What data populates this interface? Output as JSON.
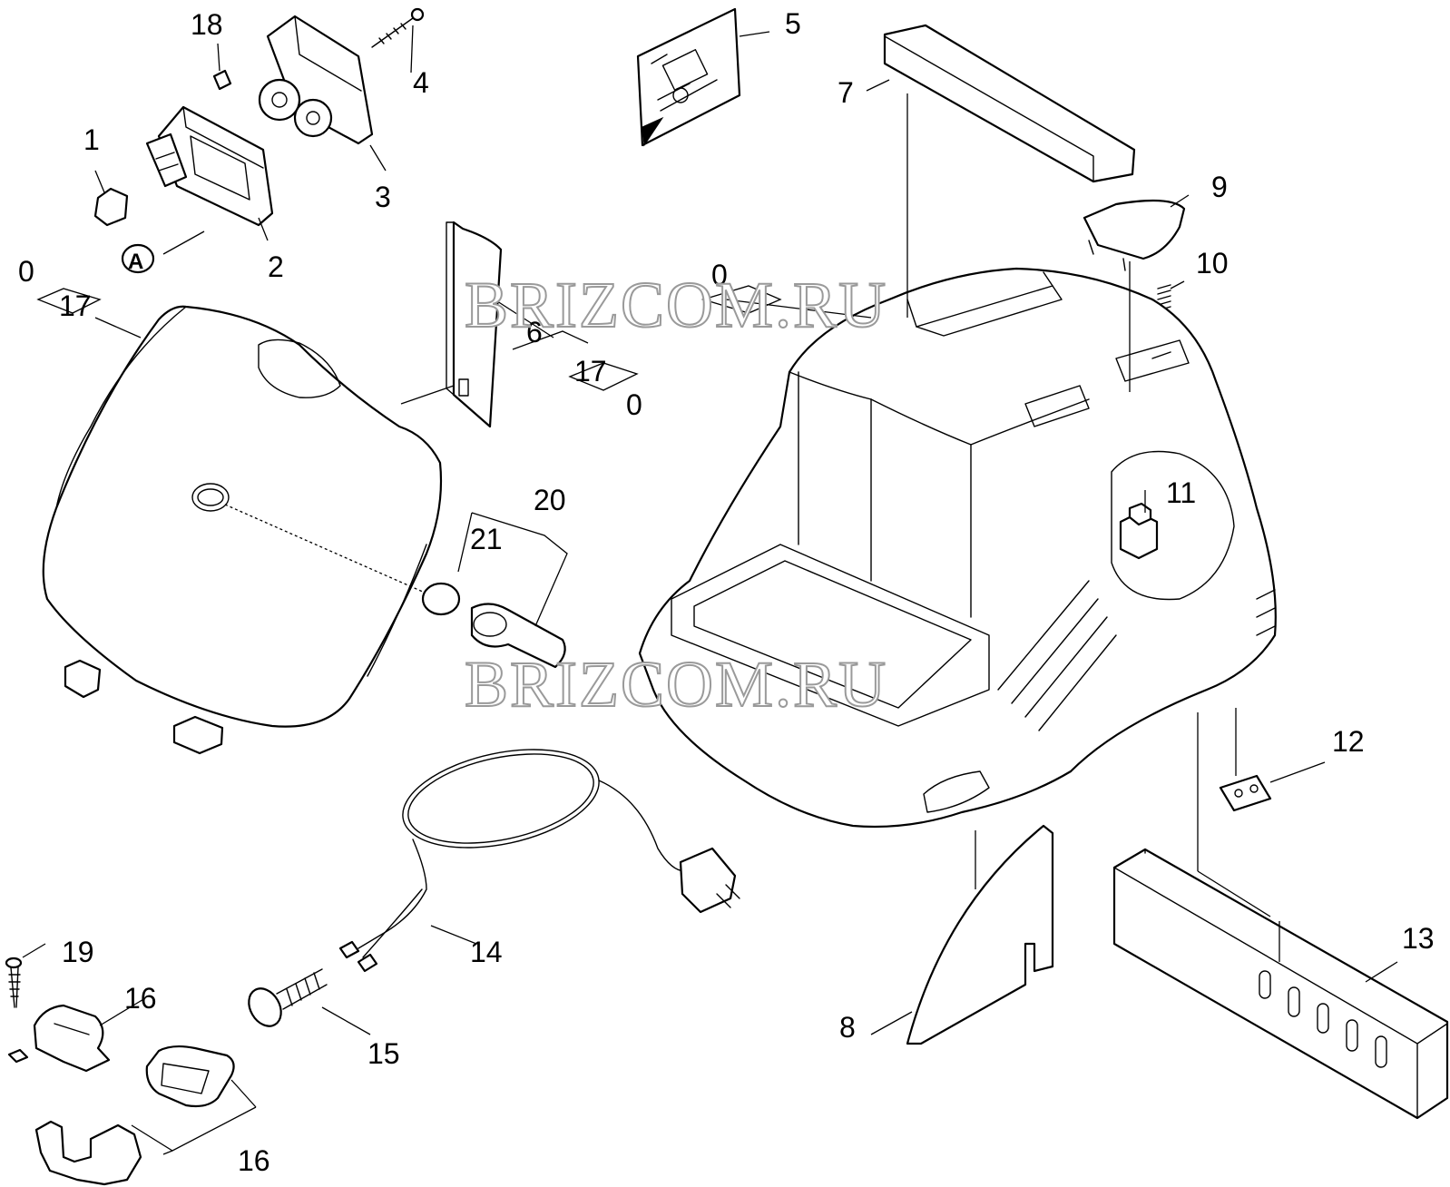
{
  "labels": {
    "l1": "1",
    "l2": "2",
    "l3": "3",
    "l4": "4",
    "l5": "5",
    "l6": "6",
    "l7": "7",
    "l8": "8",
    "l9": "9",
    "l10": "10",
    "l11": "11",
    "l12": "12",
    "l13": "13",
    "l14": "14",
    "l15": "15",
    "l16a": "16",
    "l16b": "16",
    "l17a": "17",
    "l17b": "17",
    "l18": "18",
    "l19": "19",
    "l20": "20",
    "l21": "21",
    "l0a": "0",
    "l0b": "0",
    "l0c": "0",
    "lA": "A"
  },
  "watermark": {
    "top": "BRIZCOM.RU",
    "bottom": "BRIZCOM.RU"
  }
}
